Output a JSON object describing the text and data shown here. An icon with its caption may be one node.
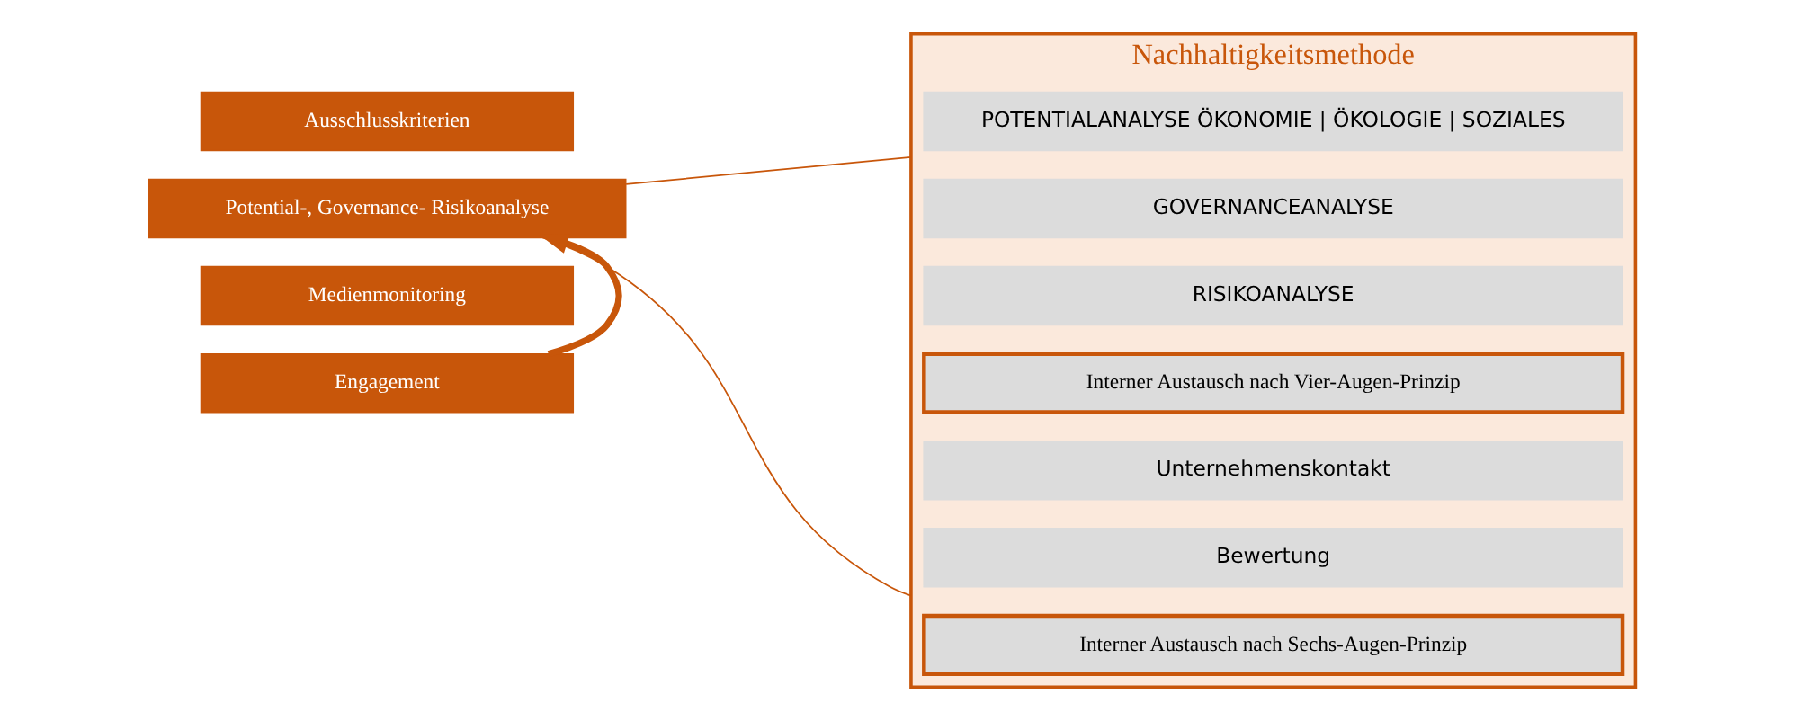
{
  "diagram": {
    "nodes": [
      {
        "text": [
          "Ausschlusskriterien"
        ]
      },
      {
        "text": [
          "Potential-, Governance- Risikoanalyse"
        ]
      },
      {
        "text": [
          "Medienmonitoring"
        ]
      },
      {
        "text": [
          "Engagement"
        ]
      },
      {
        "text": [
          "Nachhaltigkeitsmethode"
        ]
      },
      {
        "text": [
          "POTENTIALANALYSE ÖKONOMIE | ÖKOLOGIE | SOZIALES"
        ],
        "in": 4
      },
      {
        "text": [
          "GOVERNANCEANALYSE"
        ],
        "in": 4
      },
      {
        "text": [
          "RISIKOANALYSE"
        ],
        "in": 4
      },
      {
        "text": [
          "Interner Austausch nach Vier-Augen-Prinzip"
        ],
        "in": 4
      },
      {
        "text": [
          "Unternehmenskontakt"
        ],
        "in": 4
      },
      {
        "text": [
          "Bewertung"
        ],
        "in": 4
      },
      {
        "text": [
          "Interner Austausch nach Sechs-Augen-Prinzip"
        ],
        "in": 4
      }
    ],
    "edges": [
      {
        "from": 3,
        "to": 1,
        "arrow": "to",
        "style": "thick"
      },
      {
        "from": 1,
        "to": 4,
        "arrow": "none"
      },
      {
        "from": 1,
        "to": 4,
        "arrow": "none"
      }
    ]
  }
}
